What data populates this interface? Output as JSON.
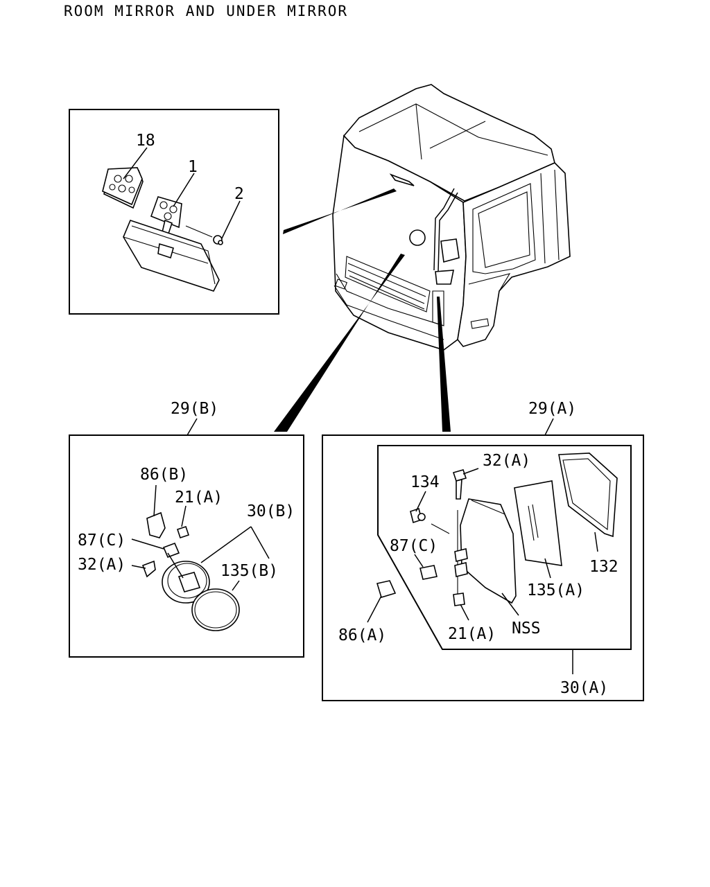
{
  "title": "ROOM MIRROR AND UNDER MIRROR",
  "room_mirror_panel": {
    "labels": {
      "cover": "18",
      "mirror": "1",
      "screw": "2"
    }
  },
  "under_mirror_panel": {
    "assembly_label": "29(B)",
    "labels": {
      "stay": "86(B)",
      "nut": "21(A)",
      "mirror_body": "30(B)",
      "clamp": "87(C)",
      "bolt": "32(A)",
      "glass": "135(B)"
    }
  },
  "side_mirror_panel": {
    "assembly_label": "29(A)",
    "sub_assembly_label": "30(A)",
    "labels": {
      "bolt": "32(A)",
      "clip": "134",
      "clamp": "87(C)",
      "frame": "132",
      "glass": "135(A)",
      "bracket": "86(A)",
      "nut": "21(A)",
      "side": "NSS"
    }
  }
}
